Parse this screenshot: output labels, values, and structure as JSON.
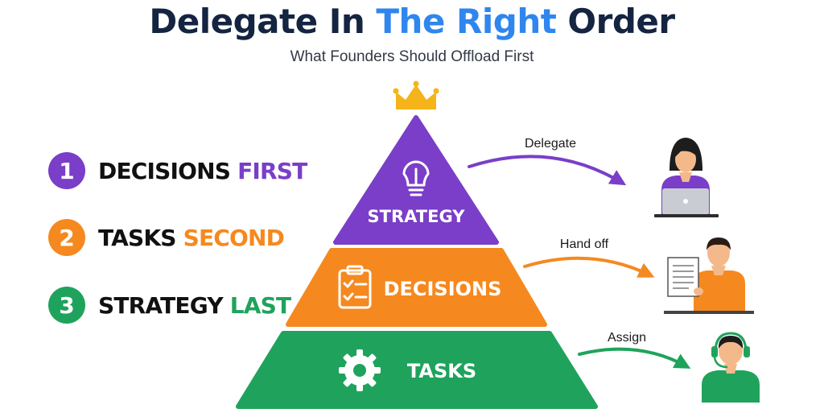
{
  "header": {
    "title_pre": "Delegate In ",
    "title_highlight": "The Right",
    "title_post": " Order",
    "subtitle": "What Founders Should Offload First"
  },
  "steps": [
    {
      "number": "1",
      "text": "DECISIONS ",
      "accent": "FIRST",
      "color": "#7a3ec8"
    },
    {
      "number": "2",
      "text": "TASKS ",
      "accent": "SECOND",
      "color": "#f5891f"
    },
    {
      "number": "3",
      "text": "STRATEGY ",
      "accent": "LAST",
      "color": "#1fa35c"
    }
  ],
  "pyramid": [
    {
      "label": "STRATEGY",
      "icon": "lightbulb-icon",
      "color": "#7a3ec8"
    },
    {
      "label": "DECISIONS",
      "icon": "clipboard-checklist-icon",
      "color": "#f5891f"
    },
    {
      "label": "TASKS",
      "icon": "gear-icon",
      "color": "#1fa35c"
    }
  ],
  "arrows": [
    {
      "label": "Delegate",
      "color": "#7a3ec8"
    },
    {
      "label": "Hand off",
      "color": "#f5891f"
    },
    {
      "label": "Assign",
      "color": "#1fa35c"
    }
  ],
  "icons": {
    "crown": "crown-icon",
    "person_1": "woman-at-laptop-icon",
    "person_2": "man-with-document-icon",
    "person_3": "support-agent-headset-icon"
  },
  "colors": {
    "title": "#142441",
    "title_highlight": "#2f86ee",
    "crown": "#f4b41a"
  }
}
